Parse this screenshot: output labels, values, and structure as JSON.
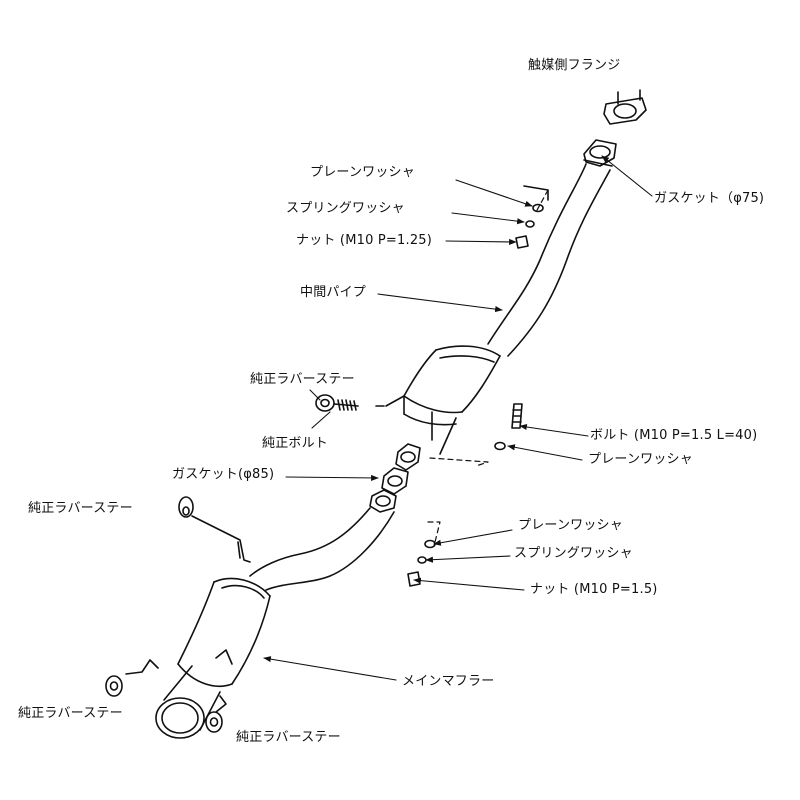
{
  "labels": {
    "catalyst_flange": "触媒側フランジ",
    "gasket_75": "ガスケット（φ75)",
    "plain_washer_1": "プレーンワッシャ",
    "spring_washer_1": "スプリングワッシャ",
    "nut_m10_125": "ナット (M10 P=1.25)",
    "center_pipe": "中間パイプ",
    "oem_rubber_stay_1": "純正ラバーステー",
    "oem_bolt": "純正ボルト",
    "bolt_m10": "ボルト (M10 P=1.5 L=40)",
    "plain_washer_2": "プレーンワッシャ",
    "gasket_85": "ガスケット(φ85)",
    "oem_rubber_stay_2": "純正ラバーステー",
    "plain_washer_3": "プレーンワッシャ",
    "spring_washer_2": "スプリングワッシャ",
    "nut_m10_15": "ナット (M10 P=1.5)",
    "main_muffler": "メインマフラー",
    "oem_rubber_stay_3": "純正ラバーステー",
    "oem_rubber_stay_4": "純正ラバーステー"
  },
  "colors": {
    "line": "#111111",
    "background": "#ffffff"
  }
}
